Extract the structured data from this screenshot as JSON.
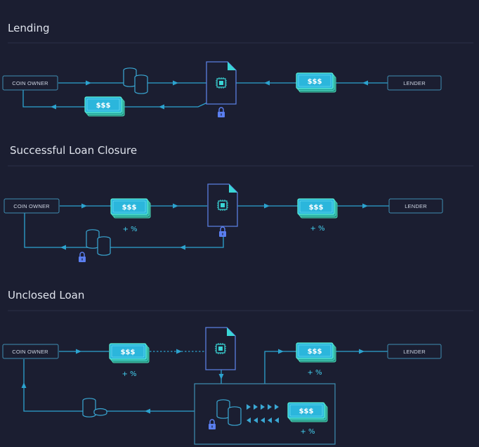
{
  "sections": [
    {
      "title": "Lending",
      "coin_owner": "COIN OWNER",
      "lender": "LENDER",
      "money_forward": "$$$",
      "money_return": "$$$"
    },
    {
      "title": "Successful Loan Closure",
      "coin_owner": "COIN OWNER",
      "lender": "LENDER",
      "money_left": "$$$",
      "money_right": "$$$",
      "pct_left": "+ %",
      "pct_right": "+ %"
    },
    {
      "title": "Unclosed Loan",
      "coin_owner": "COIN OWNER",
      "lender": "LENDER",
      "money_left": "$$$",
      "money_top_right": "$$$",
      "money_box": "$$$",
      "pct_left": "+ %",
      "pct_top_right": "+ %",
      "pct_box": "+ %"
    }
  ],
  "colors": {
    "background": "#1b1e31",
    "line": "#2ca3cf",
    "box_border": "#3f8fb3",
    "money_face": "#2bb6dc",
    "money_edge": "#5af0d4",
    "doc_border": "#5a7fe0",
    "lock": "#5b7ff0",
    "coin": "#2e86b0"
  },
  "icons": [
    "coin-stack-icon",
    "money-bundle-icon",
    "smart-contract-document-icon",
    "chip-icon",
    "lock-icon",
    "arrow-icon"
  ]
}
